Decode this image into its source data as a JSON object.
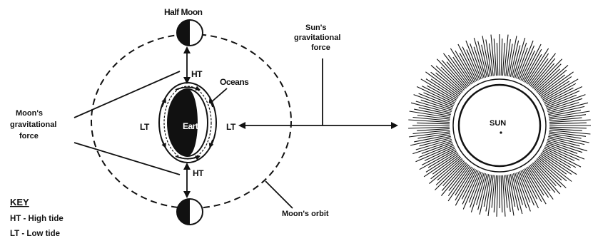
{
  "labels": {
    "half_moon": "Half Moon",
    "ht_top": "HT",
    "ht_bottom": "HT",
    "oceans": "Oceans",
    "lt_left": "LT",
    "lt_right": "LT",
    "earth": "Earth",
    "moon_force": [
      "Moon's",
      "gravitational",
      "force"
    ],
    "sun_force": [
      "Sun's",
      "gravitational",
      "force"
    ],
    "moon_orbit": "Moon's orbit",
    "sun": "SUN"
  },
  "key": {
    "title": "KEY",
    "items": [
      "HT - High tide",
      "LT - Low tide"
    ]
  },
  "colors": {
    "ink": "#111111",
    "background": "#ffffff"
  }
}
